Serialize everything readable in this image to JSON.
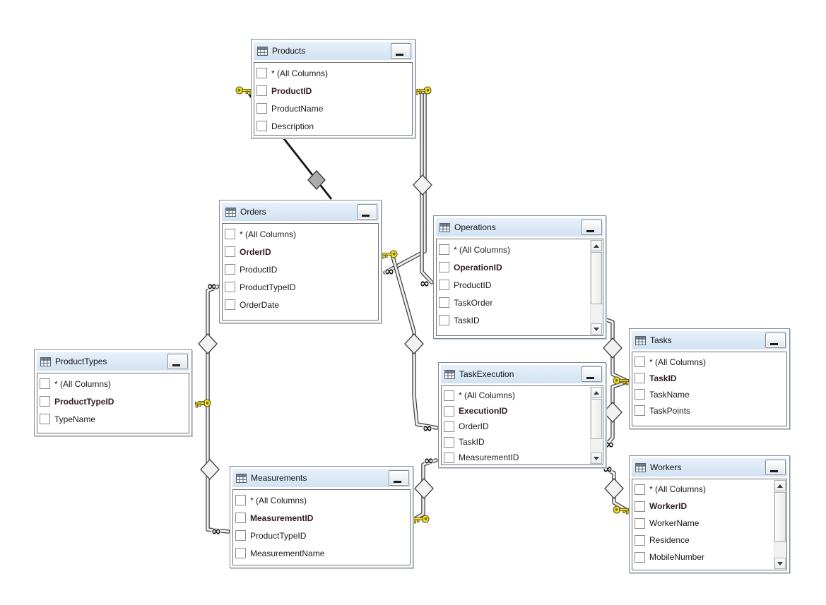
{
  "diagram": {
    "kind": "query-designer-table-diagram",
    "colors": {
      "titlebar": "#d9e6f4",
      "canvas": "#ffffff",
      "key_yellow": "#f2e03c",
      "diamond_fill": "#f2f2f2",
      "selected_diamond_fill": "#ababab"
    }
  },
  "tables": [
    {
      "name": "Products",
      "columns": [
        {
          "name": "* (All Columns)",
          "bold": false
        },
        {
          "name": "ProductID",
          "bold": true
        },
        {
          "name": "ProductName",
          "bold": false
        },
        {
          "name": "Description",
          "bold": false
        }
      ],
      "has_scrollbar": false
    },
    {
      "name": "Orders",
      "columns": [
        {
          "name": "* (All Columns)",
          "bold": false
        },
        {
          "name": "OrderID",
          "bold": true
        },
        {
          "name": "ProductID",
          "bold": false
        },
        {
          "name": "ProductTypeID",
          "bold": false
        },
        {
          "name": "OrderDate",
          "bold": false
        }
      ],
      "has_scrollbar": false
    },
    {
      "name": "Operations",
      "columns": [
        {
          "name": "* (All Columns)",
          "bold": false
        },
        {
          "name": "OperationID",
          "bold": true
        },
        {
          "name": "ProductID",
          "bold": false
        },
        {
          "name": "TaskOrder",
          "bold": false
        },
        {
          "name": "TaskID",
          "bold": false
        }
      ],
      "has_scrollbar": true
    },
    {
      "name": "ProductTypes",
      "columns": [
        {
          "name": "* (All Columns)",
          "bold": false
        },
        {
          "name": "ProductTypeID",
          "bold": true
        },
        {
          "name": "TypeName",
          "bold": false
        }
      ],
      "has_scrollbar": false
    },
    {
      "name": "TaskExecution",
      "columns": [
        {
          "name": "* (All Columns)",
          "bold": false
        },
        {
          "name": "ExecutionID",
          "bold": true
        },
        {
          "name": "OrderID",
          "bold": false
        },
        {
          "name": "TaskID",
          "bold": false
        },
        {
          "name": "MeasurementID",
          "bold": false
        }
      ],
      "has_scrollbar": true
    },
    {
      "name": "Tasks",
      "columns": [
        {
          "name": "* (All Columns)",
          "bold": false
        },
        {
          "name": "TaskID",
          "bold": true
        },
        {
          "name": "TaskName",
          "bold": false
        },
        {
          "name": "TaskPoints",
          "bold": false
        }
      ],
      "has_scrollbar": false
    },
    {
      "name": "Measurements",
      "columns": [
        {
          "name": "* (All Columns)",
          "bold": false
        },
        {
          "name": "MeasurementID",
          "bold": true
        },
        {
          "name": "ProductTypeID",
          "bold": false
        },
        {
          "name": "MeasurementName",
          "bold": false
        }
      ],
      "has_scrollbar": false
    },
    {
      "name": "Workers",
      "columns": [
        {
          "name": "* (All Columns)",
          "bold": false
        },
        {
          "name": "WorkerID",
          "bold": true
        },
        {
          "name": "WorkerName",
          "bold": false
        },
        {
          "name": "Residence",
          "bold": false
        },
        {
          "name": "MobileNumber",
          "bold": false
        }
      ],
      "has_scrollbar": true
    }
  ],
  "relationships": [
    {
      "one_side": "Products",
      "many_side": "Orders",
      "join_marker": "filled-diamond"
    },
    {
      "one_side": "Products",
      "many_side": "Orders",
      "join_marker": "diamond"
    },
    {
      "one_side": "Products",
      "many_side": "Operations",
      "join_marker": "diamond"
    },
    {
      "one_side": "ProductTypes",
      "many_side": "Orders",
      "join_marker": "diamond"
    },
    {
      "one_side": "ProductTypes",
      "many_side": "Measurements",
      "join_marker": "diamond"
    },
    {
      "one_side": "Orders",
      "many_side": "TaskExecution",
      "join_marker": "diamond"
    },
    {
      "one_side": "Tasks",
      "many_side": "Operations",
      "join_marker": "diamond"
    },
    {
      "one_side": "Tasks",
      "many_side": "TaskExecution",
      "join_marker": "diamond"
    },
    {
      "one_side": "Measurements",
      "many_side": "TaskExecution",
      "join_marker": "diamond"
    },
    {
      "one_side": "Workers",
      "many_side": "TaskExecution",
      "join_marker": "diamond"
    }
  ],
  "icons": {
    "table": "table-grid-icon",
    "minimize": "minimize-icon",
    "key": "key-icon",
    "many": "infinity-icon",
    "join": "join-diamond",
    "infinity_glyph": "∞"
  }
}
